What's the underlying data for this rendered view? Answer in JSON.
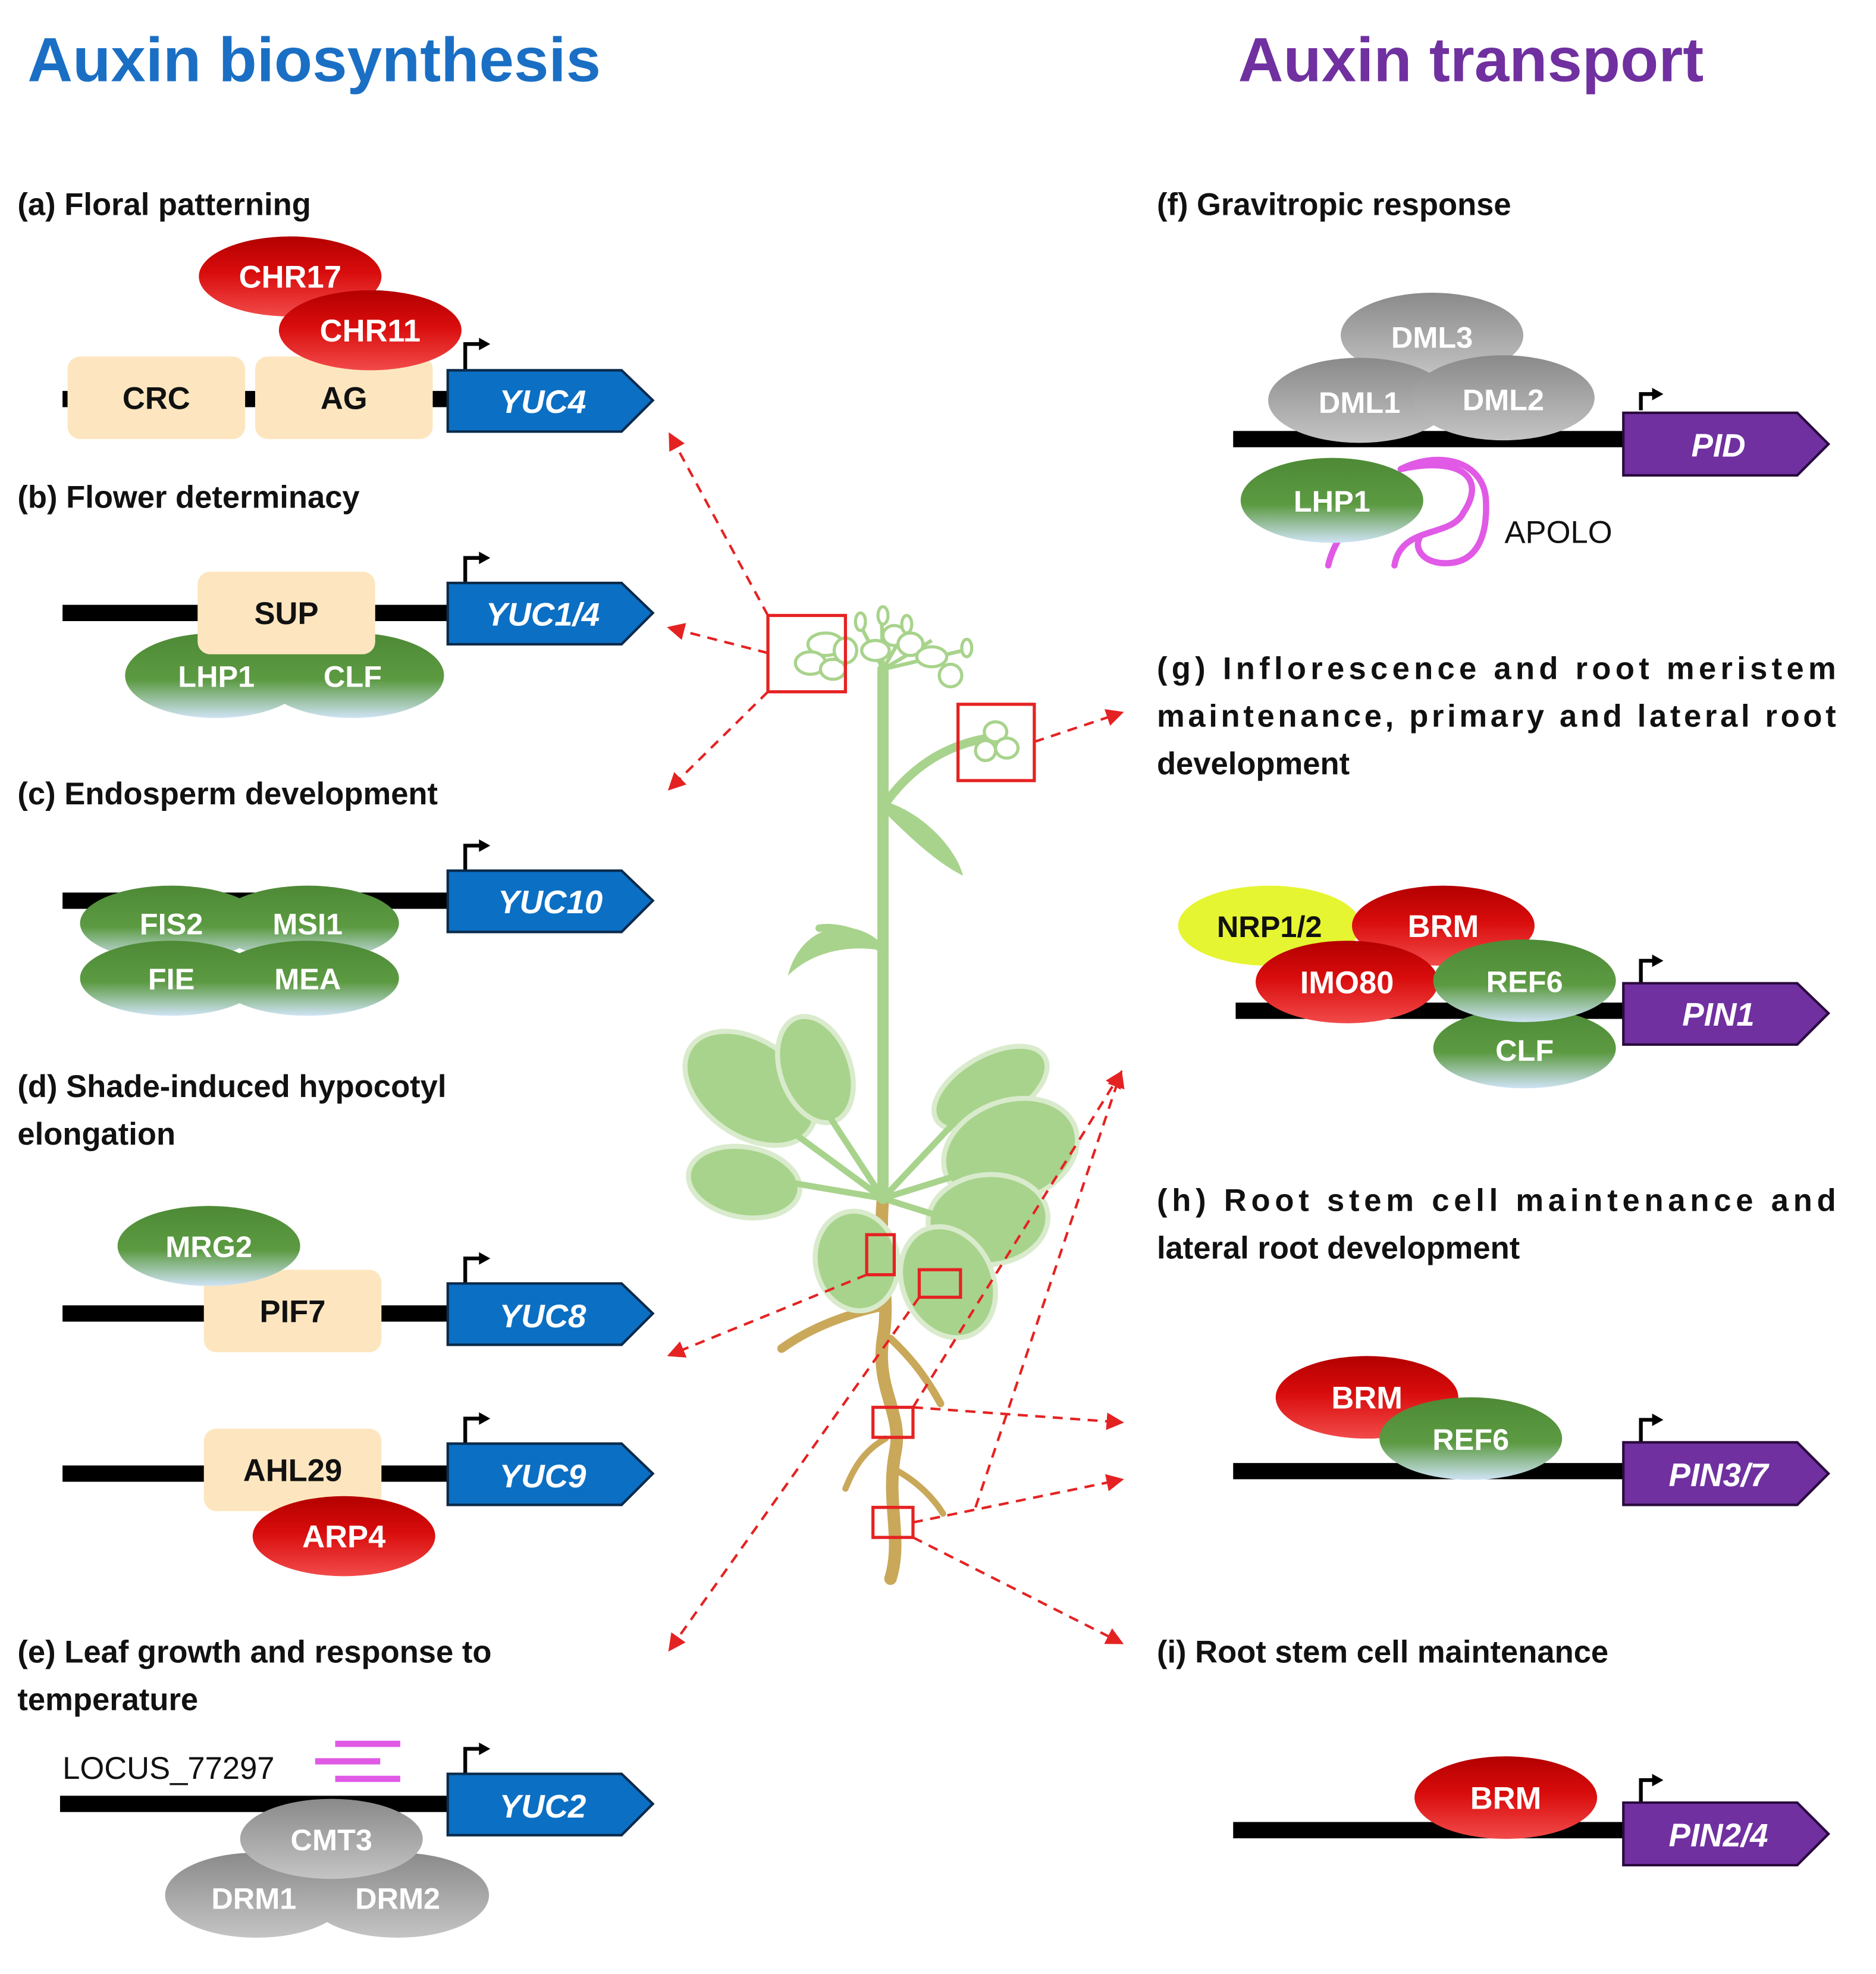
{
  "titles": {
    "biosynthesis": "Auxin biosynthesis",
    "transport": "Auxin transport"
  },
  "colors": {
    "biosynthesis_title": "#1a6fc4",
    "transport_title": "#7030a0",
    "yuc_gene": "#0b6fc4",
    "transport_gene": "#7030a0",
    "red_protein": "#d90c0c",
    "green_protein": "#4e8a36",
    "grey_protein": "#9e9e9e",
    "tf_box": "#fde6bf",
    "yellow_protein": "#e6f531",
    "rna": "#e05ae6",
    "plant_shoot": "#a8d38c",
    "plant_root": "#c9a85a",
    "arrow": "#e52222"
  },
  "panels": {
    "a": {
      "title": "(a) Floral patterning",
      "gene": "YUC4",
      "proteins": {
        "chr17": "CHR17",
        "chr11": "CHR11",
        "crc": "CRC",
        "ag": "AG"
      }
    },
    "b": {
      "title": "(b) Flower determinacy",
      "gene": "YUC1/4",
      "proteins": {
        "sup": "SUP",
        "lhp1": "LHP1",
        "clf": "CLF"
      }
    },
    "c": {
      "title": "(c) Endosperm development",
      "gene": "YUC10",
      "proteins": {
        "fis2": "FIS2",
        "msi1": "MSI1",
        "fie": "FIE",
        "mea": "MEA"
      }
    },
    "d": {
      "title_line1": "(d) Shade-induced hypocotyl",
      "title_line2": "elongation",
      "gene1": "YUC8",
      "gene2": "YUC9",
      "proteins": {
        "mrg2": "MRG2",
        "pif7": "PIF7",
        "ahl29": "AHL29",
        "arp4": "ARP4"
      }
    },
    "e": {
      "title_line1": "(e) Leaf growth and response to",
      "title_line2": "temperature",
      "gene": "YUC2",
      "locus": "LOCUS_77297",
      "proteins": {
        "cmt3": "CMT3",
        "drm1": "DRM1",
        "drm2": "DRM2"
      }
    },
    "f": {
      "title": "(f) Gravitropic response",
      "gene": "PID",
      "rna": "APOLO",
      "proteins": {
        "dml3": "DML3",
        "dml1": "DML1",
        "dml2": "DML2",
        "lhp1": "LHP1"
      }
    },
    "g": {
      "title_line1": "(g)  Inflorescence  and  root  meristem",
      "title_line2": "maintenance,  primary  and  lateral  root",
      "title_line3": "development",
      "gene": "PIN1",
      "proteins": {
        "nrp": "NRP1/2",
        "brm": "BRM",
        "imo80": "IMO80",
        "ref6": "REF6",
        "clf": "CLF"
      }
    },
    "h": {
      "title_line1": "(h)  Root  stem  cell  maintenance  and",
      "title_line2": "lateral root development",
      "gene": "PIN3/7",
      "proteins": {
        "brm": "BRM",
        "ref6": "REF6"
      }
    },
    "i": {
      "title": "(i) Root stem cell maintenance",
      "gene": "PIN2/4",
      "proteins": {
        "brm": "BRM"
      }
    }
  }
}
